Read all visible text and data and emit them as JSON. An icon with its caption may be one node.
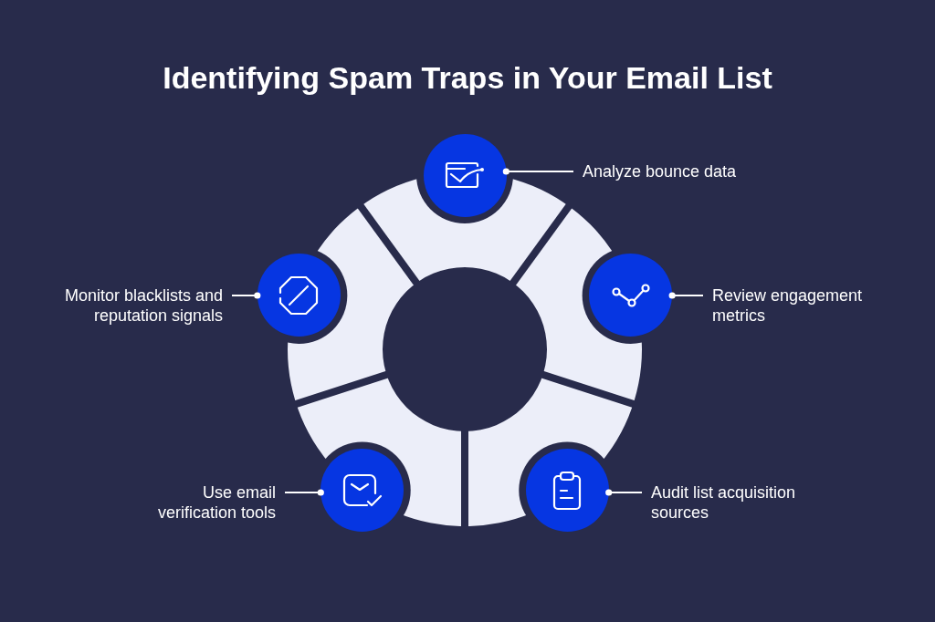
{
  "diagram": {
    "title": "Identifying Spam Traps in Your Email List",
    "nodes": [
      {
        "text": [],
        "shape": "circle"
      },
      {
        "text": [
          "Analyze bounce data"
        ]
      },
      {
        "text": [
          "Monitor blacklists and reputation signals"
        ]
      },
      {
        "text": [],
        "shape": "circle"
      },
      {
        "text": [],
        "shape": "circle"
      },
      {
        "text": [
          "Review engagement metrics"
        ]
      },
      {
        "text": [
          "Use email verification tools"
        ]
      },
      {
        "text": [],
        "shape": "circle"
      },
      {
        "text": [],
        "shape": "circle"
      },
      {
        "text": [
          "Audit list acquisition sources"
        ]
      }
    ],
    "edges": [
      {
        "from": 1,
        "to": 0,
        "arrow": "other"
      },
      {
        "from": 2,
        "to": 3,
        "arrow": "other"
      },
      {
        "from": 5,
        "to": 4,
        "arrow": "other"
      },
      {
        "from": 6,
        "to": 7,
        "arrow": "other"
      },
      {
        "from": 9,
        "to": 8,
        "arrow": "other"
      }
    ]
  }
}
